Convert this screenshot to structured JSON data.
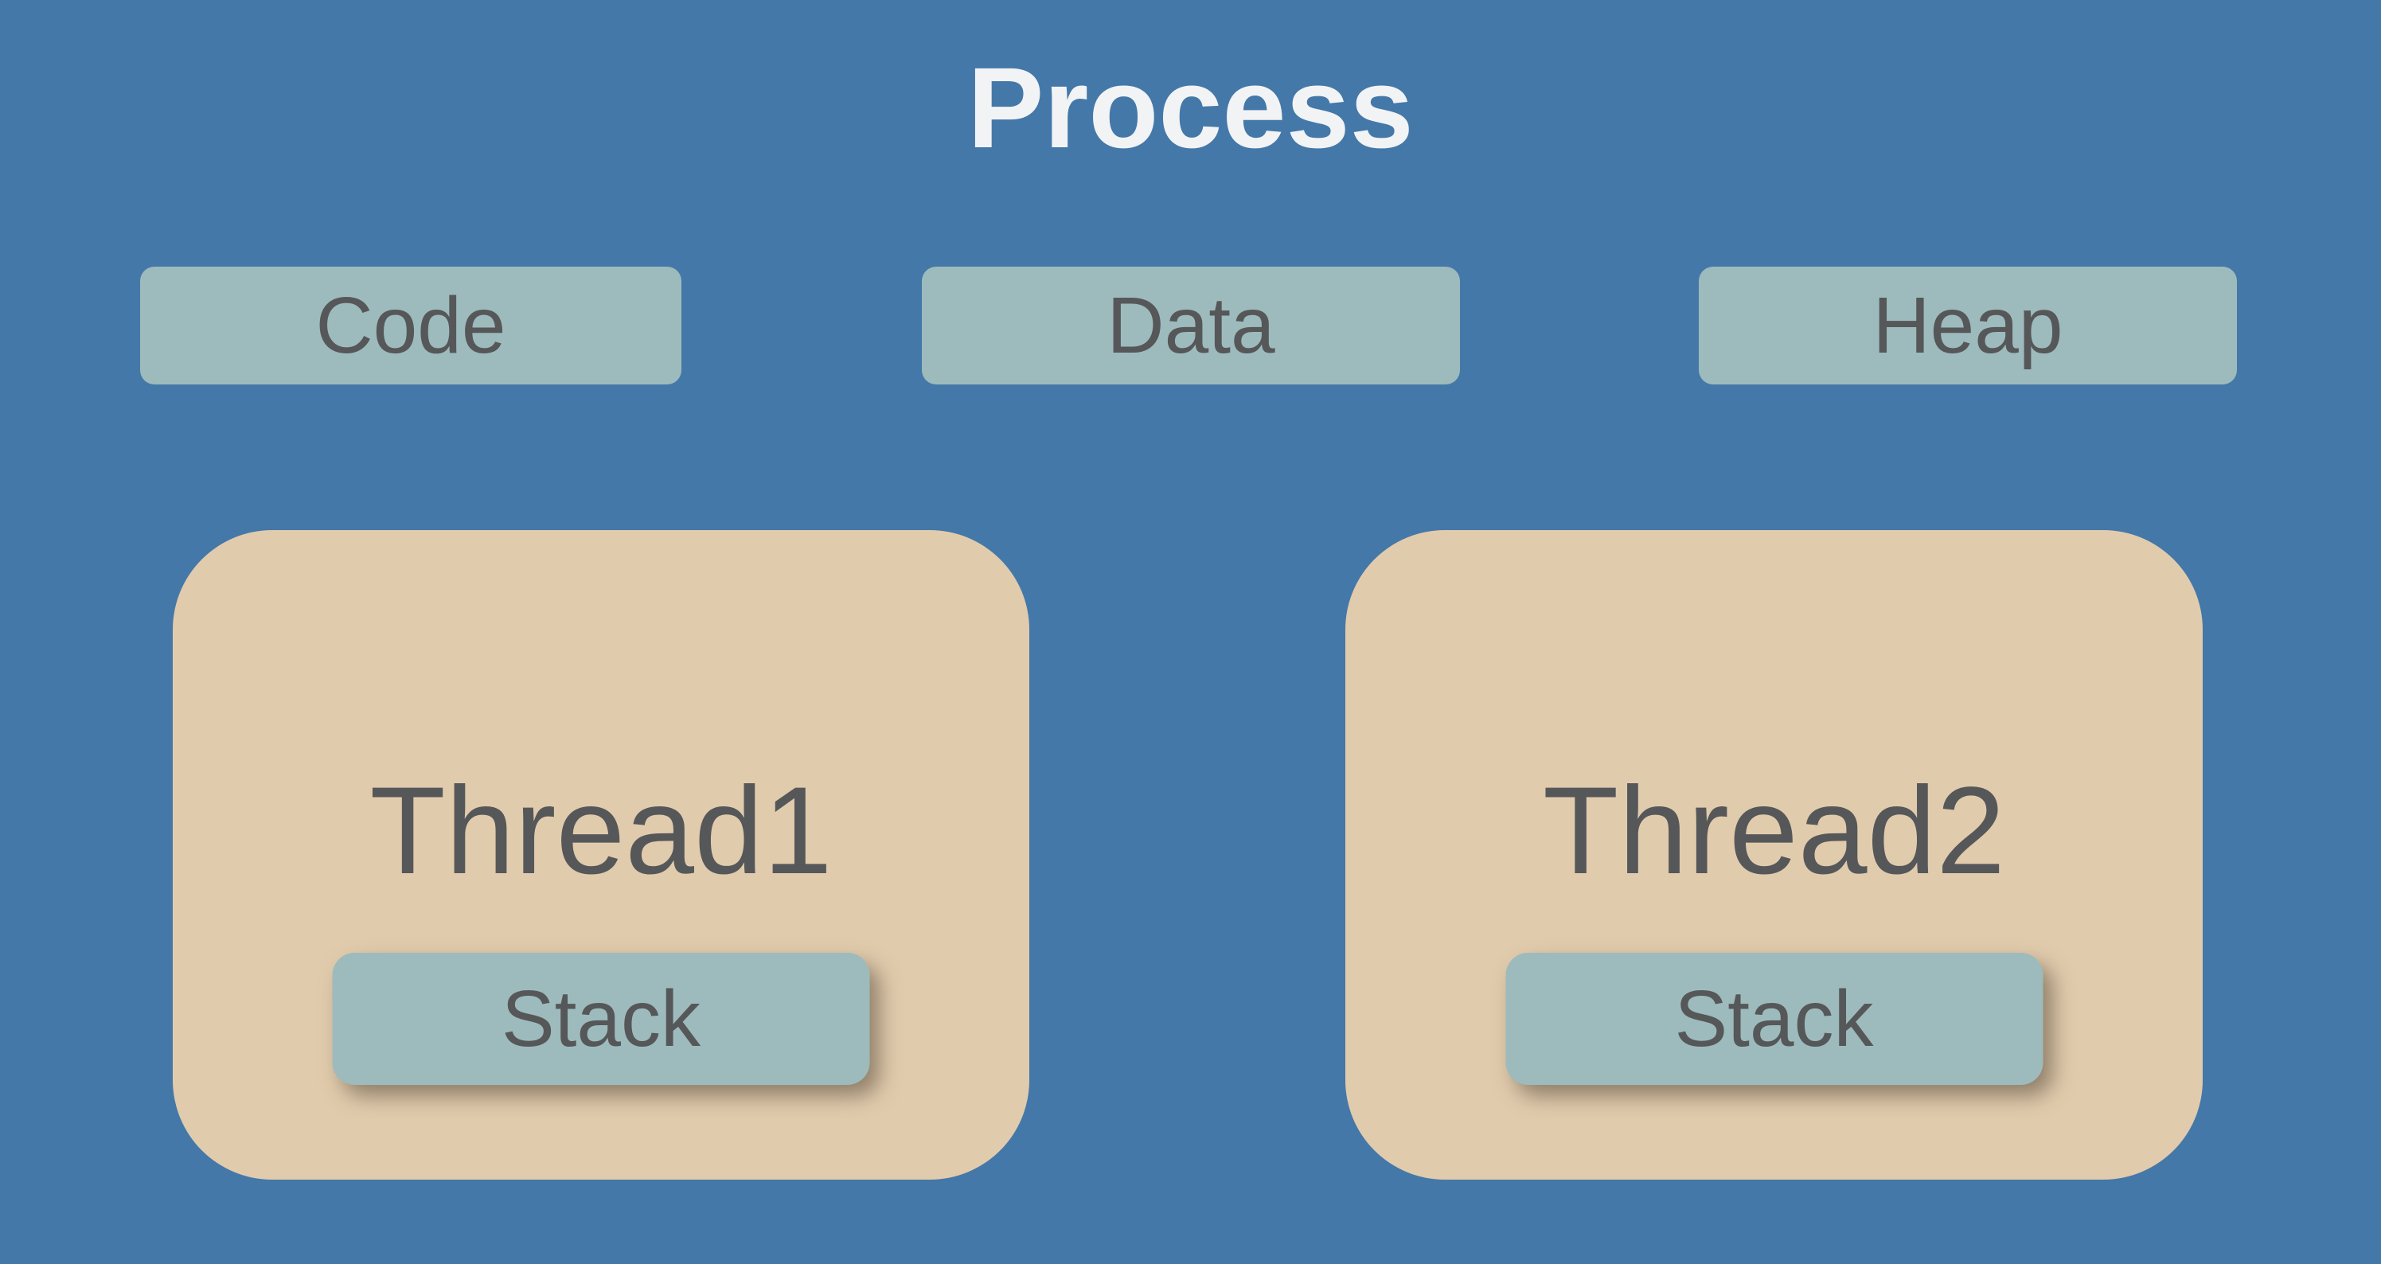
{
  "diagram": {
    "title": "Process",
    "segments": [
      {
        "label": "Code"
      },
      {
        "label": "Data"
      },
      {
        "label": "Heap"
      }
    ],
    "threads": [
      {
        "label": "Thread1",
        "stack_label": "Stack"
      },
      {
        "label": "Thread2",
        "stack_label": "Stack"
      }
    ]
  },
  "theme": {
    "background_blue": "#4478A8",
    "segment_teal": "#9DBBBC",
    "thread_tan": "#E1CBAD",
    "label_gray": "#565759",
    "title_white": "#F2F3F5",
    "stack_shadow": "rgba(90,76,60,0.6)"
  }
}
